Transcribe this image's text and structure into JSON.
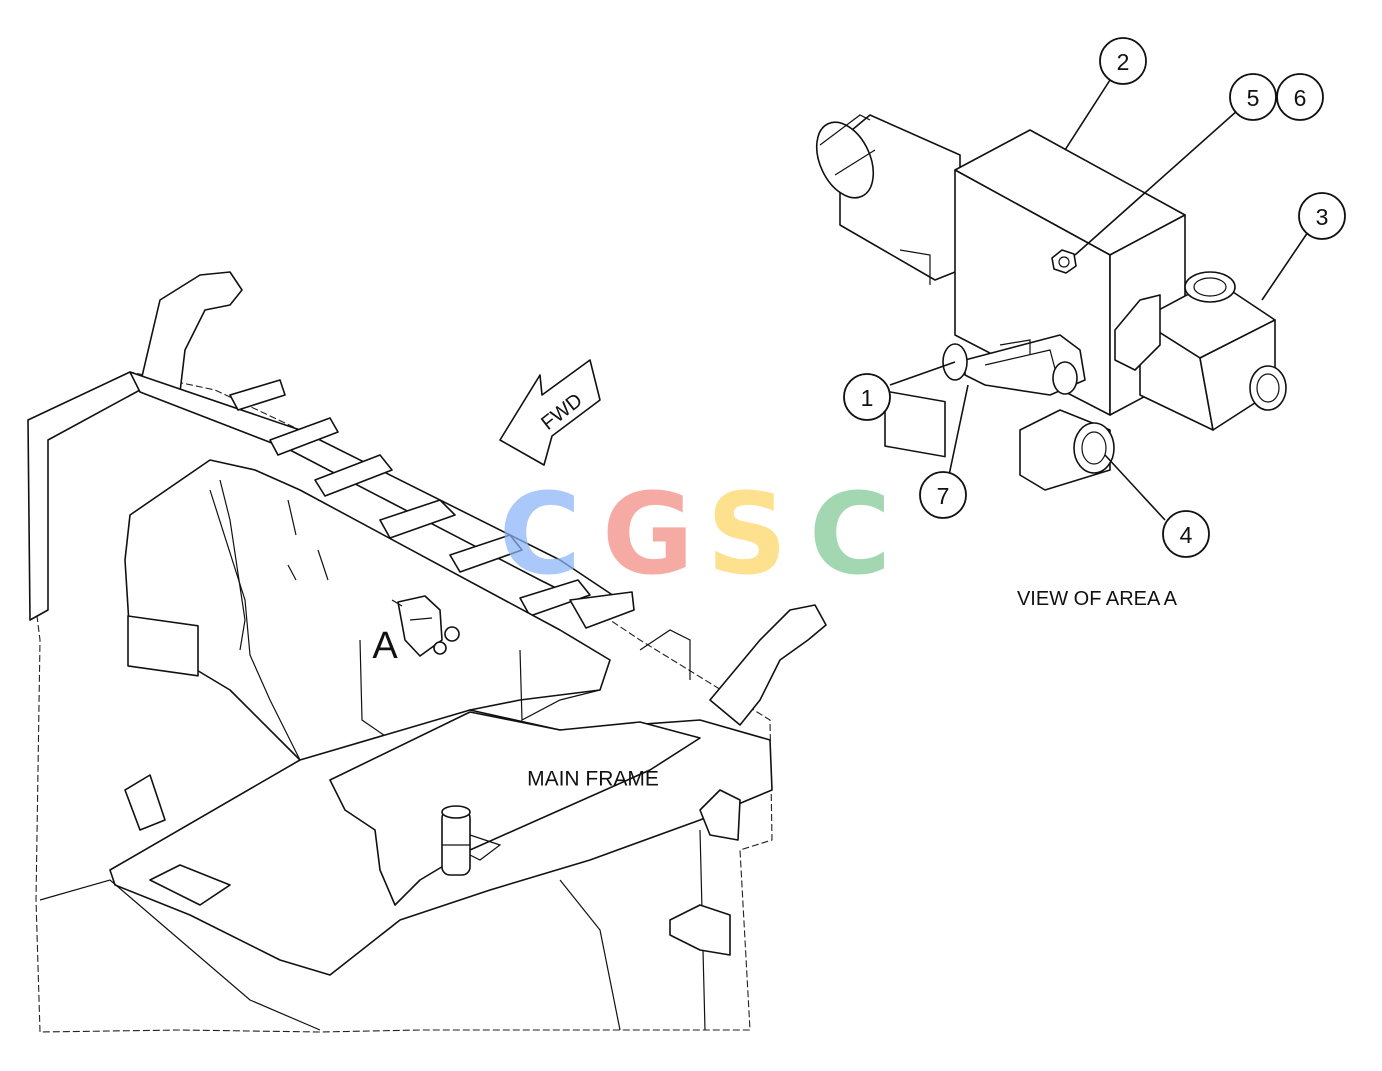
{
  "labels": {
    "view_title": "VIEW OF AREA A",
    "main_frame": "MAIN FRAME",
    "area_marker": "A",
    "direction_arrow": "FWD"
  },
  "callouts": [
    {
      "number": "1"
    },
    {
      "number": "2"
    },
    {
      "number": "3"
    },
    {
      "number": "4"
    },
    {
      "number": "5"
    },
    {
      "number": "6"
    },
    {
      "number": "7"
    }
  ],
  "watermark": {
    "letters": [
      "C",
      "G",
      "S",
      "C"
    ],
    "colors": [
      "#8ab4f8",
      "#f28b82",
      "#fdd663",
      "#81c995"
    ]
  },
  "colors": {
    "line": "#111111",
    "background": "#ffffff"
  }
}
